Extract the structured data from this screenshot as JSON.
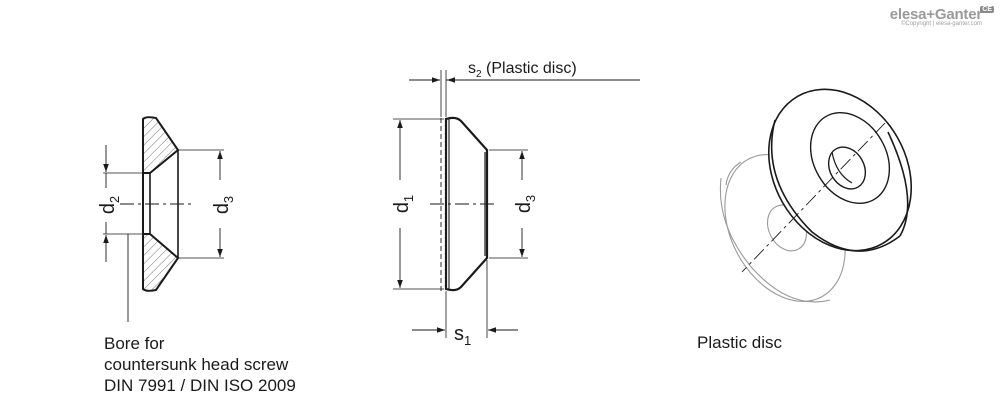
{
  "brand": {
    "logo_text": "elesa+Ganter",
    "copyright": "©Copyright | elesa-ganter.com",
    "mark": "CE"
  },
  "left_view": {
    "d2": {
      "base": "d",
      "sub": "2"
    },
    "d3": {
      "base": "d",
      "sub": "3"
    },
    "caption_lines": [
      "Bore for",
      "countersunk head screw",
      "DIN 7991 / DIN ISO 2009"
    ]
  },
  "middle_view": {
    "s2": {
      "base": "s",
      "sub": "2",
      "suffix": " (Plastic disc)"
    },
    "d1": {
      "base": "d",
      "sub": "1"
    },
    "d3": {
      "base": "d",
      "sub": "3"
    },
    "s1": {
      "base": "s",
      "sub": "1"
    }
  },
  "right_view": {
    "caption": "Plastic disc"
  }
}
